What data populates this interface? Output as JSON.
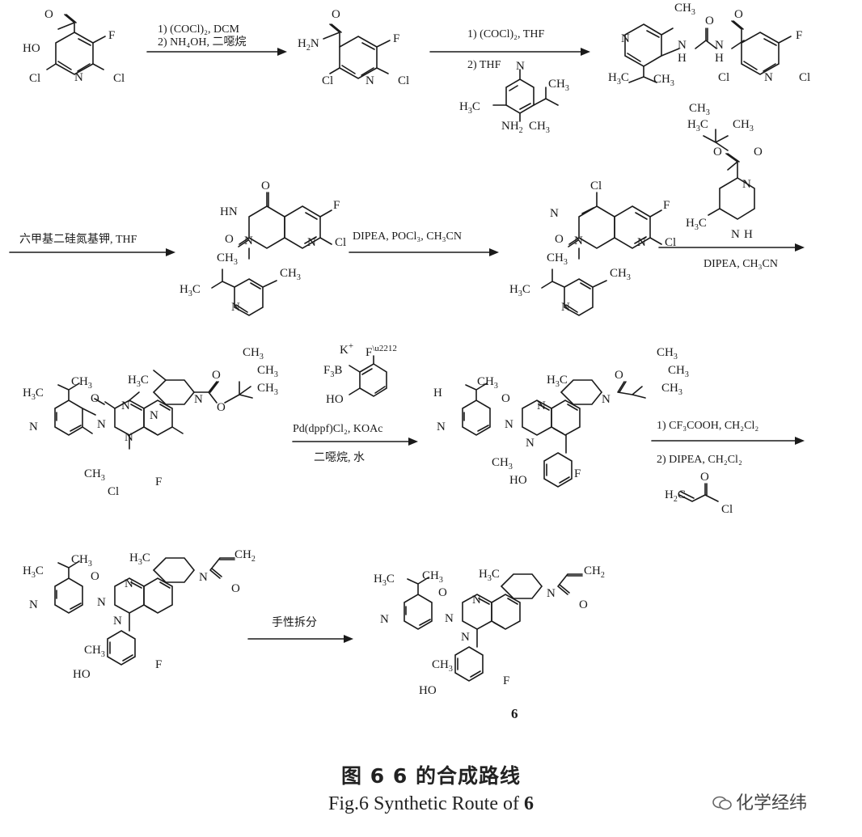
{
  "steps": [
    {
      "reagent_1": "1) (COCl)₂, DCM",
      "reagent_2": "2) NH₄OH, 二噁烷"
    },
    {
      "reagent_1": "1) (COCl)₂, THF",
      "reagent_2": "2) THF"
    },
    {
      "reagent_1": "六甲基二硅氮基钾, THF"
    },
    {
      "reagent_1": "DIPEA, POCl₃, CH₃CN"
    },
    {
      "reagent_1": "DIPEA, CH₃CN"
    },
    {
      "reagent_1": "Pd(dppf)Cl₂, KOAc",
      "reagent_2": "二噁烷, 水"
    },
    {
      "reagent_1": "1) CF₃COOH, CH₂Cl₂",
      "reagent_2": "2) DIPEA, CH₂Cl₂"
    },
    {
      "reagent_1": "手性拆分"
    }
  ],
  "compound_label": "6",
  "caption_cn": "图 6   6 的合成路线",
  "caption_en_prefix": "Fig.6   Synthetic Route of ",
  "caption_en_number": "6",
  "watermark": "化学经纬"
}
